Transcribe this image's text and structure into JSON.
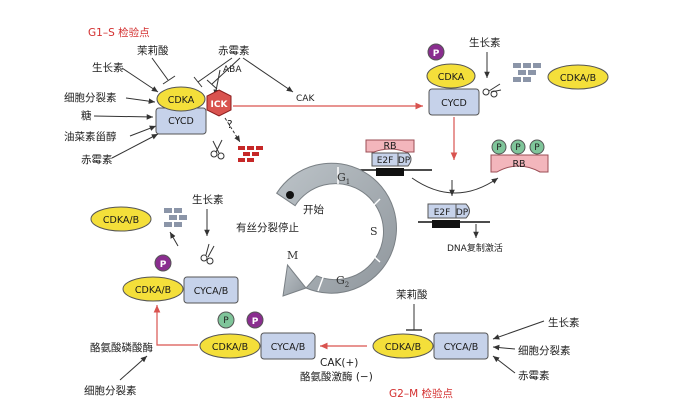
{
  "labels": {
    "g1s_checkpoint": "G1–S 检验点",
    "g2m_checkpoint": "G2–M 检验点",
    "jasmonic_acid": "茉莉酸",
    "gibberellin": "赤霉素",
    "auxin": "生长素",
    "aba": "ABA",
    "cytokinin": "细胞分裂素",
    "sugar": "糖",
    "brassinosteroid": "油菜素甾醇",
    "cak": "CAK",
    "question": "?",
    "start": "开始",
    "mitosis_stop": "有丝分裂停止",
    "dna_activation": "DNA复制激活",
    "tyr_phosphatase": "酪氨酸磷酸酶",
    "cak_plus": "CAK(+)",
    "tyr_kinase_minus": "酪氨酸激酶 (−)"
  },
  "proteins": {
    "cdka": "CDKA",
    "cycd": "CYCD",
    "ick": "ICK",
    "cdka_b": "CDKA/B",
    "cyca_b": "CYCA/B",
    "rb": "RB",
    "e2f": "E2F",
    "dp": "DP",
    "p": "P"
  },
  "cycle": {
    "g1": "G",
    "g1_sub": "1",
    "s": "S",
    "g2": "G",
    "g2_sub": "2",
    "m": "M"
  },
  "colors": {
    "cdk_yellow": "#f4df3a",
    "cyc_blue": "#c6d2ea",
    "ick_red": "#d9534f",
    "rb_pink": "#f3b6bc",
    "p_green": "#7fc59a",
    "p_purple": "#8a2d8f",
    "arrow_red": "#d9534f",
    "cycle_gray": "#a8aeb3"
  }
}
